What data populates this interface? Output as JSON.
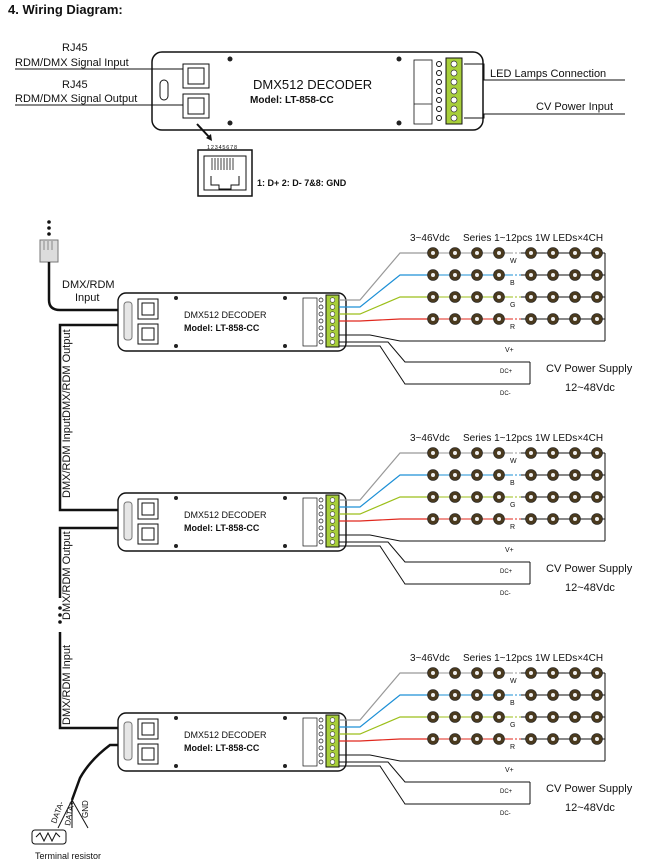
{
  "title": "4. Wiring Diagram:",
  "top": {
    "rj45_1": "RJ45",
    "rdm_in": "RDM/DMX Signal Input",
    "rj45_2": "RJ45",
    "rdm_out": "RDM/DMX Signal Output",
    "led_conn": "LED Lamps Connection",
    "cv_input": "CV Power Input",
    "decoder_name": "DMX512 DECODER",
    "model": "Model: LT-858-CC",
    "pinout": "1: D+   2: D-   7&8: GND",
    "pin_numbers": "12345678"
  },
  "side": {
    "dmx_rdm": "DMX/RDM",
    "input": "Input",
    "output_v": "DMX/RDM Output",
    "input_v": "DMX/RDM Input",
    "data_minus": "DATA-",
    "data_plus": "DATA+",
    "gnd": "GND",
    "terminal": "Terminal resistor"
  },
  "units": [
    {
      "voltage": "3~46Vdc",
      "series": "Series 1~12pcs 1W LEDs×4CH",
      "w": "W",
      "b": "B",
      "g": "G",
      "r": "R",
      "vplus": "V+",
      "dcplus": "DC+",
      "dcminus": "DC-",
      "supply": "CV Power Supply",
      "supply_v": "12~48Vdc",
      "decoder_name": "DMX512 DECODER",
      "model": "Model: LT-858-CC"
    },
    {
      "voltage": "3~46Vdc",
      "series": "Series 1~12pcs 1W LEDs×4CH",
      "w": "W",
      "b": "B",
      "g": "G",
      "r": "R",
      "vplus": "V+",
      "dcplus": "DC+",
      "dcminus": "DC-",
      "supply": "CV Power Supply",
      "supply_v": "12~48Vdc",
      "decoder_name": "DMX512 DECODER",
      "model": "Model: LT-858-CC"
    },
    {
      "voltage": "3~46Vdc",
      "series": "Series 1~12pcs 1W LEDs×4CH",
      "w": "W",
      "b": "B",
      "g": "G",
      "r": "R",
      "vplus": "V+",
      "dcplus": "DC+",
      "dcminus": "DC-",
      "supply": "CV Power Supply",
      "supply_v": "12~48Vdc",
      "decoder_name": "DMX512 DECODER",
      "model": "Model: LT-858-CC"
    }
  ],
  "colors": {
    "w_line": "#999999",
    "b_line": "#1e90d6",
    "g_line": "#9cbf1a",
    "r_line": "#e0281e",
    "terminal_green": "#a8cf3a",
    "led": "#4a3a1e"
  }
}
